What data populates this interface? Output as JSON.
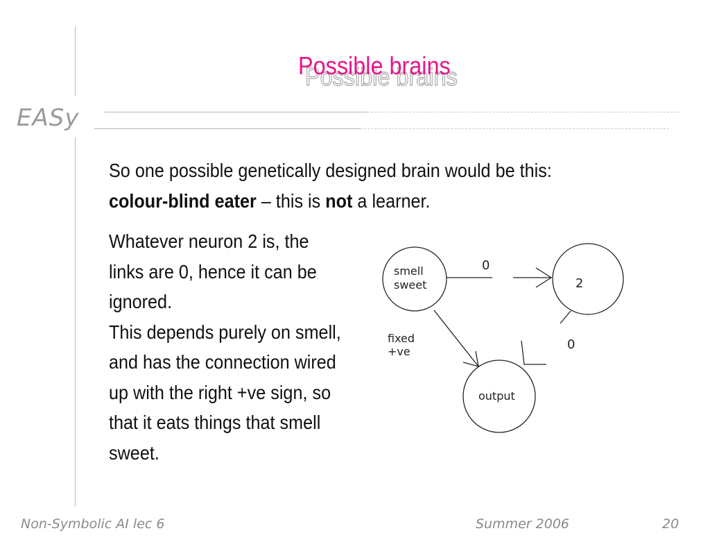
{
  "header": {
    "logo": "EASy",
    "title": "Possible brains"
  },
  "intro": {
    "line1": "So one possible genetically designed brain would be this:",
    "line2_bold": "colour-blind eater",
    "line2_mid": " – this is ",
    "line2_bold2": "not",
    "line2_end": " a learner."
  },
  "body": {
    "para1": "Whatever neuron 2 is, the links are 0, hence it can be ignored.",
    "para2": "This depends purely on smell, and has the connection wired up with the right +ve sign, so that it eats things that smell sweet."
  },
  "diagram": {
    "node_smell_line1": "smell",
    "node_smell_line2": "sweet",
    "node_two": "2",
    "node_output": "output",
    "link_top": "0",
    "link_right": "0",
    "link_left_line1": "fixed",
    "link_left_line2": "+ve"
  },
  "footer": {
    "left": "Non-Symbolic AI lec 6",
    "mid": "Summer 2006",
    "right": "20"
  }
}
